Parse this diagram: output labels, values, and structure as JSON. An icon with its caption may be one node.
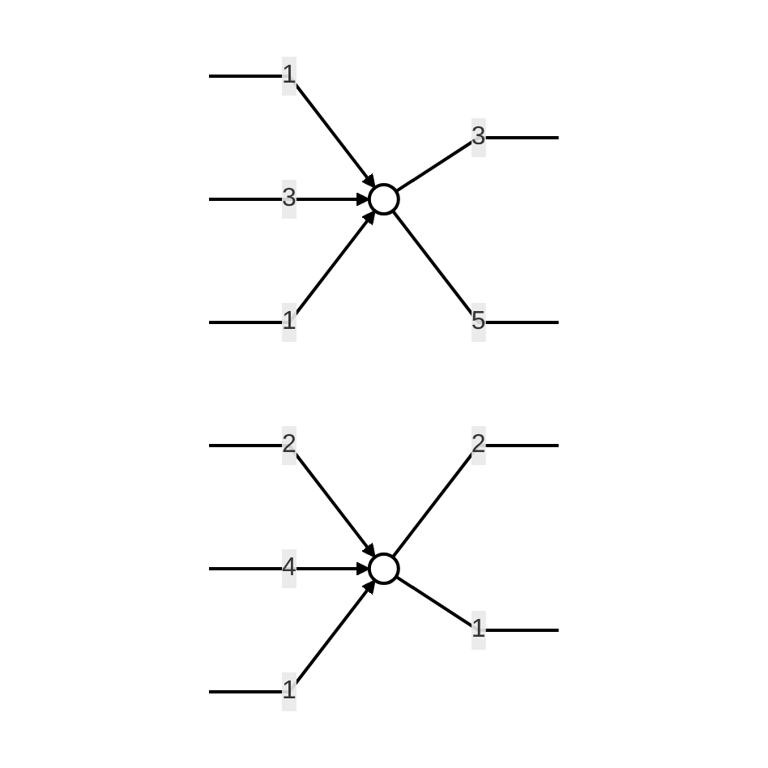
{
  "diagram": {
    "nodes": [
      {
        "text": [],
        "shape": "circle"
      },
      {
        "text": [],
        "shape": "circle"
      }
    ],
    "edges": [
      {
        "from": null,
        "to": 0,
        "arrow": "to",
        "label": "1"
      },
      {
        "from": null,
        "to": 0,
        "arrow": "to",
        "label": "3"
      },
      {
        "from": null,
        "to": 1,
        "arrow": "to",
        "label": "2"
      },
      {
        "from": null,
        "to": 0,
        "arrow": "to",
        "label": "1"
      },
      {
        "from": null,
        "to": 1,
        "arrow": "to",
        "label": "4"
      },
      {
        "from": null,
        "to": 1,
        "arrow": "to",
        "label": "1"
      },
      {
        "from": 0,
        "to": null,
        "arrow": "none",
        "label": "3"
      },
      {
        "from": 0,
        "to": null,
        "arrow": "none",
        "label": "5"
      },
      {
        "from": 1,
        "to": null,
        "arrow": "none",
        "label": "2"
      },
      {
        "from": 1,
        "to": null,
        "arrow": "none",
        "label": "1"
      }
    ]
  }
}
